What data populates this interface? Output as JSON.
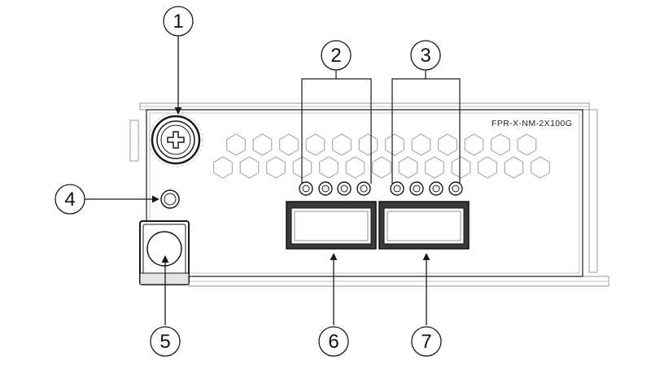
{
  "diagram": {
    "model_label": "FPR-X-NM-2X100G",
    "callouts": [
      {
        "number": "1",
        "target": "captive-screw"
      },
      {
        "number": "2",
        "target": "port-1-leds"
      },
      {
        "number": "3",
        "target": "port-2-leds"
      },
      {
        "number": "4",
        "target": "power-led"
      },
      {
        "number": "5",
        "target": "ejector-handle"
      },
      {
        "number": "6",
        "target": "qsfp-port-1"
      },
      {
        "number": "7",
        "target": "qsfp-port-2"
      }
    ],
    "colors": {
      "stroke": "#1a1a1a",
      "light_stroke": "#8a8a8a",
      "port_fill": "#3a3a3a"
    }
  }
}
